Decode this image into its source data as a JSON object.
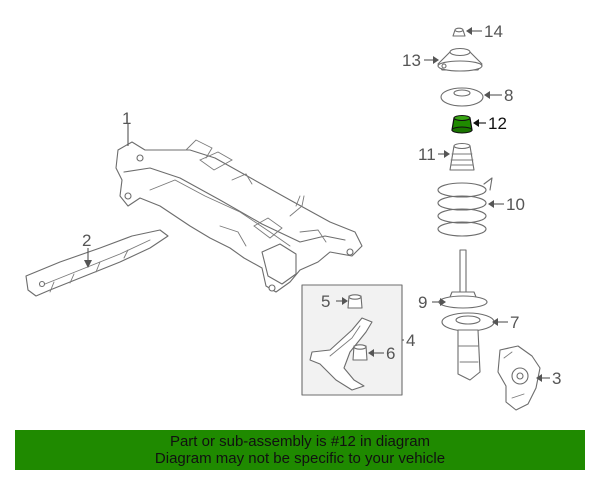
{
  "diagram": {
    "callouts": [
      "1",
      "2",
      "3",
      "4",
      "5",
      "6",
      "7",
      "8",
      "9",
      "10",
      "11",
      "12",
      "13",
      "14"
    ],
    "highlight_callout": "12",
    "highlight_color": "#1f8a00"
  },
  "banner": {
    "line1": "Part or sub-assembly is #12 in diagram",
    "line2": "Diagram may not be specific to your vehicle",
    "background": "#1f8a00"
  }
}
